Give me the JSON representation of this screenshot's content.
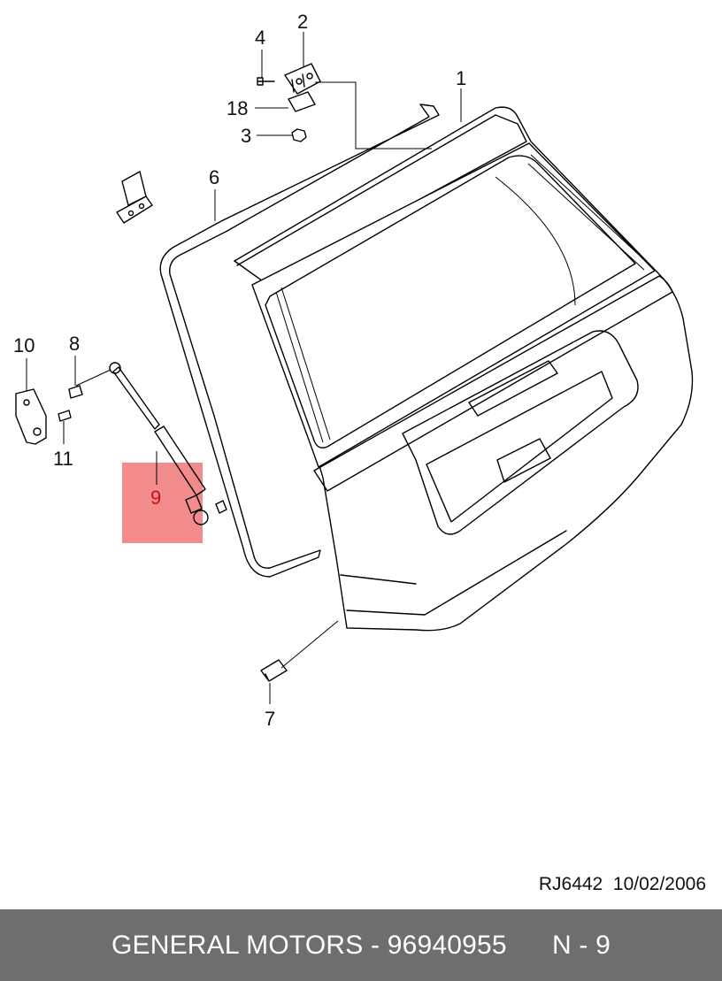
{
  "diagram": {
    "callouts": [
      {
        "id": "1",
        "label": "1"
      },
      {
        "id": "2",
        "label": "2"
      },
      {
        "id": "3",
        "label": "3"
      },
      {
        "id": "4",
        "label": "4"
      },
      {
        "id": "6",
        "label": "6"
      },
      {
        "id": "7",
        "label": "7"
      },
      {
        "id": "8",
        "label": "8"
      },
      {
        "id": "9",
        "label": "9",
        "highlighted": true
      },
      {
        "id": "10",
        "label": "10"
      },
      {
        "id": "11",
        "label": "11"
      },
      {
        "id": "18",
        "label": "18"
      }
    ],
    "highlight_color": "#f28b8b"
  },
  "reference": {
    "code": "RJ6442  10/02/2006"
  },
  "footer": {
    "text": "GENERAL MOTORS - 96940955      N - 9",
    "background": "#6e6e6e"
  }
}
